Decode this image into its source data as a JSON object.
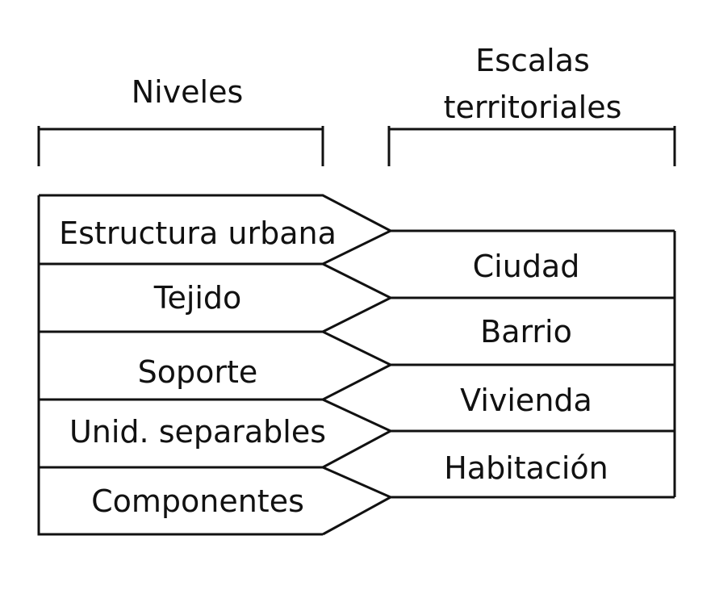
{
  "headers": {
    "left": "Niveles",
    "right_line1": "Escalas",
    "right_line2": "territoriales"
  },
  "levels": [
    "Estructura urbana",
    "Tejido",
    "Soporte",
    "Unid. separables",
    "Componentes"
  ],
  "scales": [
    "Ciudad",
    "Barrio",
    "Vivienda",
    "Habitación"
  ],
  "colors": {
    "stroke": "#111111",
    "background": "#ffffff"
  }
}
